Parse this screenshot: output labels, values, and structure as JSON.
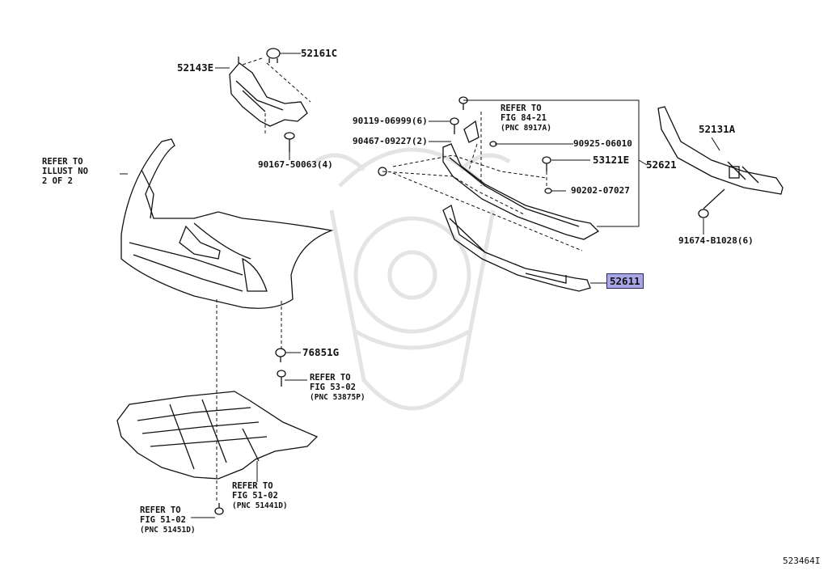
{
  "diagram_id": "523464I",
  "highlighted_part": "52611",
  "parts": {
    "p52161c": "52161C",
    "p52143e": "52143E",
    "p90167": "90167-50063(4)",
    "p90119": "90119-06999(6)",
    "p90467": "90467-09227(2)",
    "p90925": "90925-06010",
    "p53121e": "53121E",
    "p52621": "52621",
    "p90202": "90202-07027",
    "p52131a": "52131A",
    "p91674": "91674-B1028(6)",
    "p52611": "52611",
    "p76851g": "76851G"
  },
  "refs": {
    "illust": {
      "l1": "REFER TO",
      "l2": "ILLUST NO",
      "l3": "2 OF 2"
    },
    "fig8421": {
      "l1": "REFER TO",
      "l2": "FIG 84-21",
      "l3": "(PNC 8917A)"
    },
    "fig5302": {
      "l1": "REFER TO",
      "l2": "FIG 53-02",
      "l3": "(PNC 53875P)"
    },
    "fig5102a": {
      "l1": "REFER TO",
      "l2": "FIG 51-02",
      "l3": "(PNC 51441D)"
    },
    "fig5102b": {
      "l1": "REFER TO",
      "l2": "FIG 51-02",
      "l3": "(PNC 51451D)"
    }
  }
}
